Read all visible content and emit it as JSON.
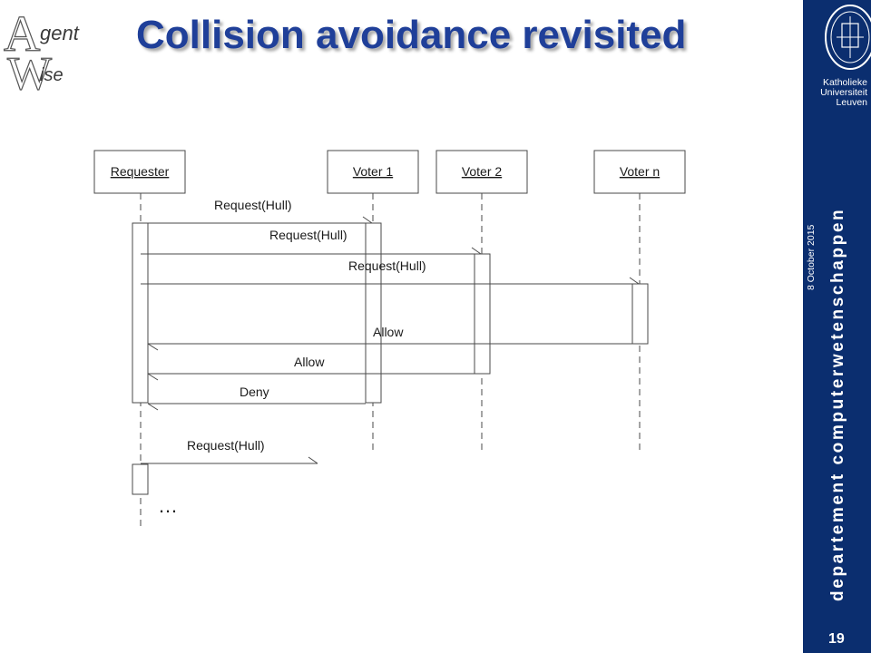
{
  "title": "Collision avoidance revisited",
  "logo": {
    "line1": "gent",
    "line2": "ise",
    "letter_a": "A",
    "letter_w": "W"
  },
  "sidebar": {
    "university": [
      "Katholieke",
      "Universiteit",
      "Leuven"
    ],
    "date": "8 October 2015",
    "department": "departement computerwetenschappen",
    "slide_number": "19",
    "bg_color": "#0b2e6f"
  },
  "diagram": {
    "participants": [
      "Requester",
      "Voter 1",
      "Voter 2",
      "Voter n"
    ],
    "messages": [
      "Request(Hull)",
      "Request(Hull)",
      "Request(Hull)",
      "Allow",
      "Allow",
      "Deny",
      "Request(Hull)"
    ],
    "continuation": "…"
  },
  "colors": {
    "title": "#1f3f99",
    "banner": "#0b2e6f"
  }
}
